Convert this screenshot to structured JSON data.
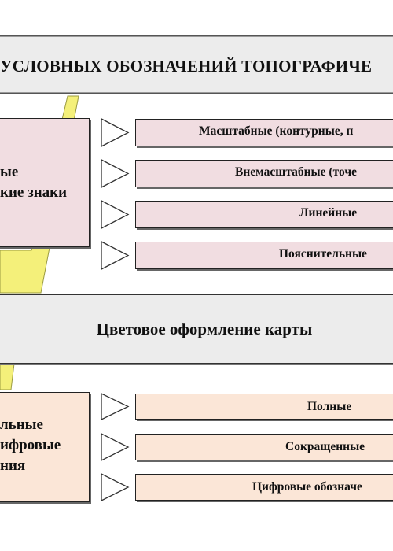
{
  "title": "УСЛОВНЫХ ОБОЗНАЧЕНИЙ ТОПОГРАФИЧЕ",
  "top_group": {
    "label_lines": [
      "ые",
      "кие знаки"
    ],
    "items": [
      "Масштабные (контурные, п",
      "Внемасштабные (точе",
      "Линейные",
      "Пояснительные"
    ]
  },
  "middle": {
    "label": "Цветовое оформление карты"
  },
  "bottom_group": {
    "label_lines": [
      "льные",
      "ифровые",
      "ния"
    ],
    "items": [
      "Полные",
      "Сокращенные",
      "Цифровые обозначе"
    ]
  },
  "colors": {
    "pink": "#f1dde1",
    "peach": "#fbe6d7",
    "gray": "#ececec",
    "yellow": "#f4f07a"
  }
}
